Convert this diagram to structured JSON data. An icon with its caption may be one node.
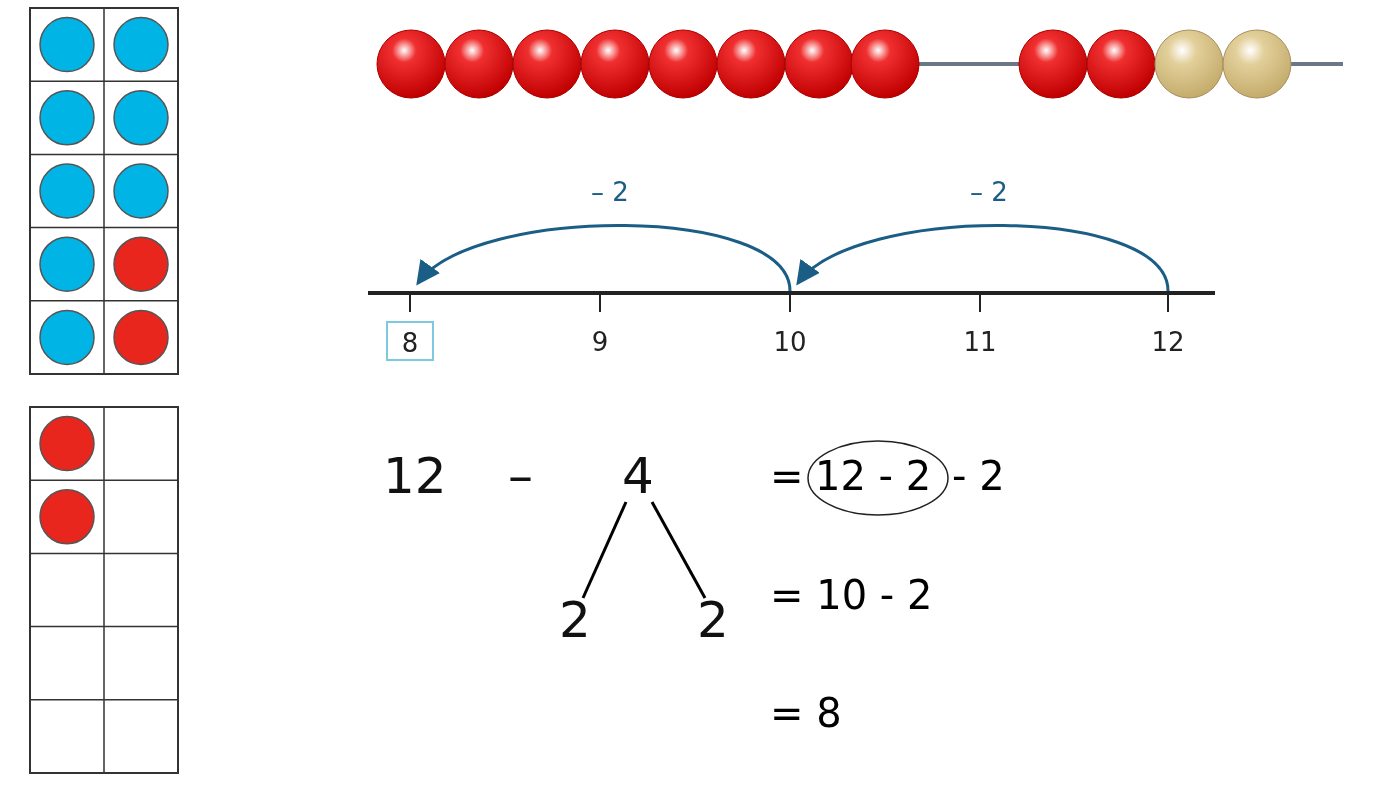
{
  "diagram": {
    "nodes": [
      {
        "text": [
          "8"
        ]
      },
      {
        "text": [
          "9"
        ]
      },
      {
        "text": [
          "10"
        ]
      },
      {
        "text": [
          "11"
        ]
      },
      {
        "text": [
          "12"
        ]
      },
      {
        "text": [
          "4"
        ]
      },
      {
        "text": [
          "2"
        ]
      },
      {
        "text": [
          "2"
        ]
      },
      {
        "text": [
          "12 - 2"
        ]
      }
    ],
    "edges": [
      {
        "from": 4,
        "to": 2,
        "arrow": "to",
        "label": "– 2",
        "color": "#1a5d85"
      },
      {
        "from": 2,
        "to": 0,
        "arrow": "to",
        "label": "– 2",
        "color": "#1a5d85"
      },
      {
        "from": 5,
        "to": 6,
        "arrow": "none",
        "color": "#000000"
      },
      {
        "from": 5,
        "to": 7,
        "arrow": "none",
        "color": "#000000"
      }
    ],
    "labels": [
      "12",
      "–",
      "=",
      "- 2",
      "= 10 - 2",
      "= 8"
    ]
  }
}
